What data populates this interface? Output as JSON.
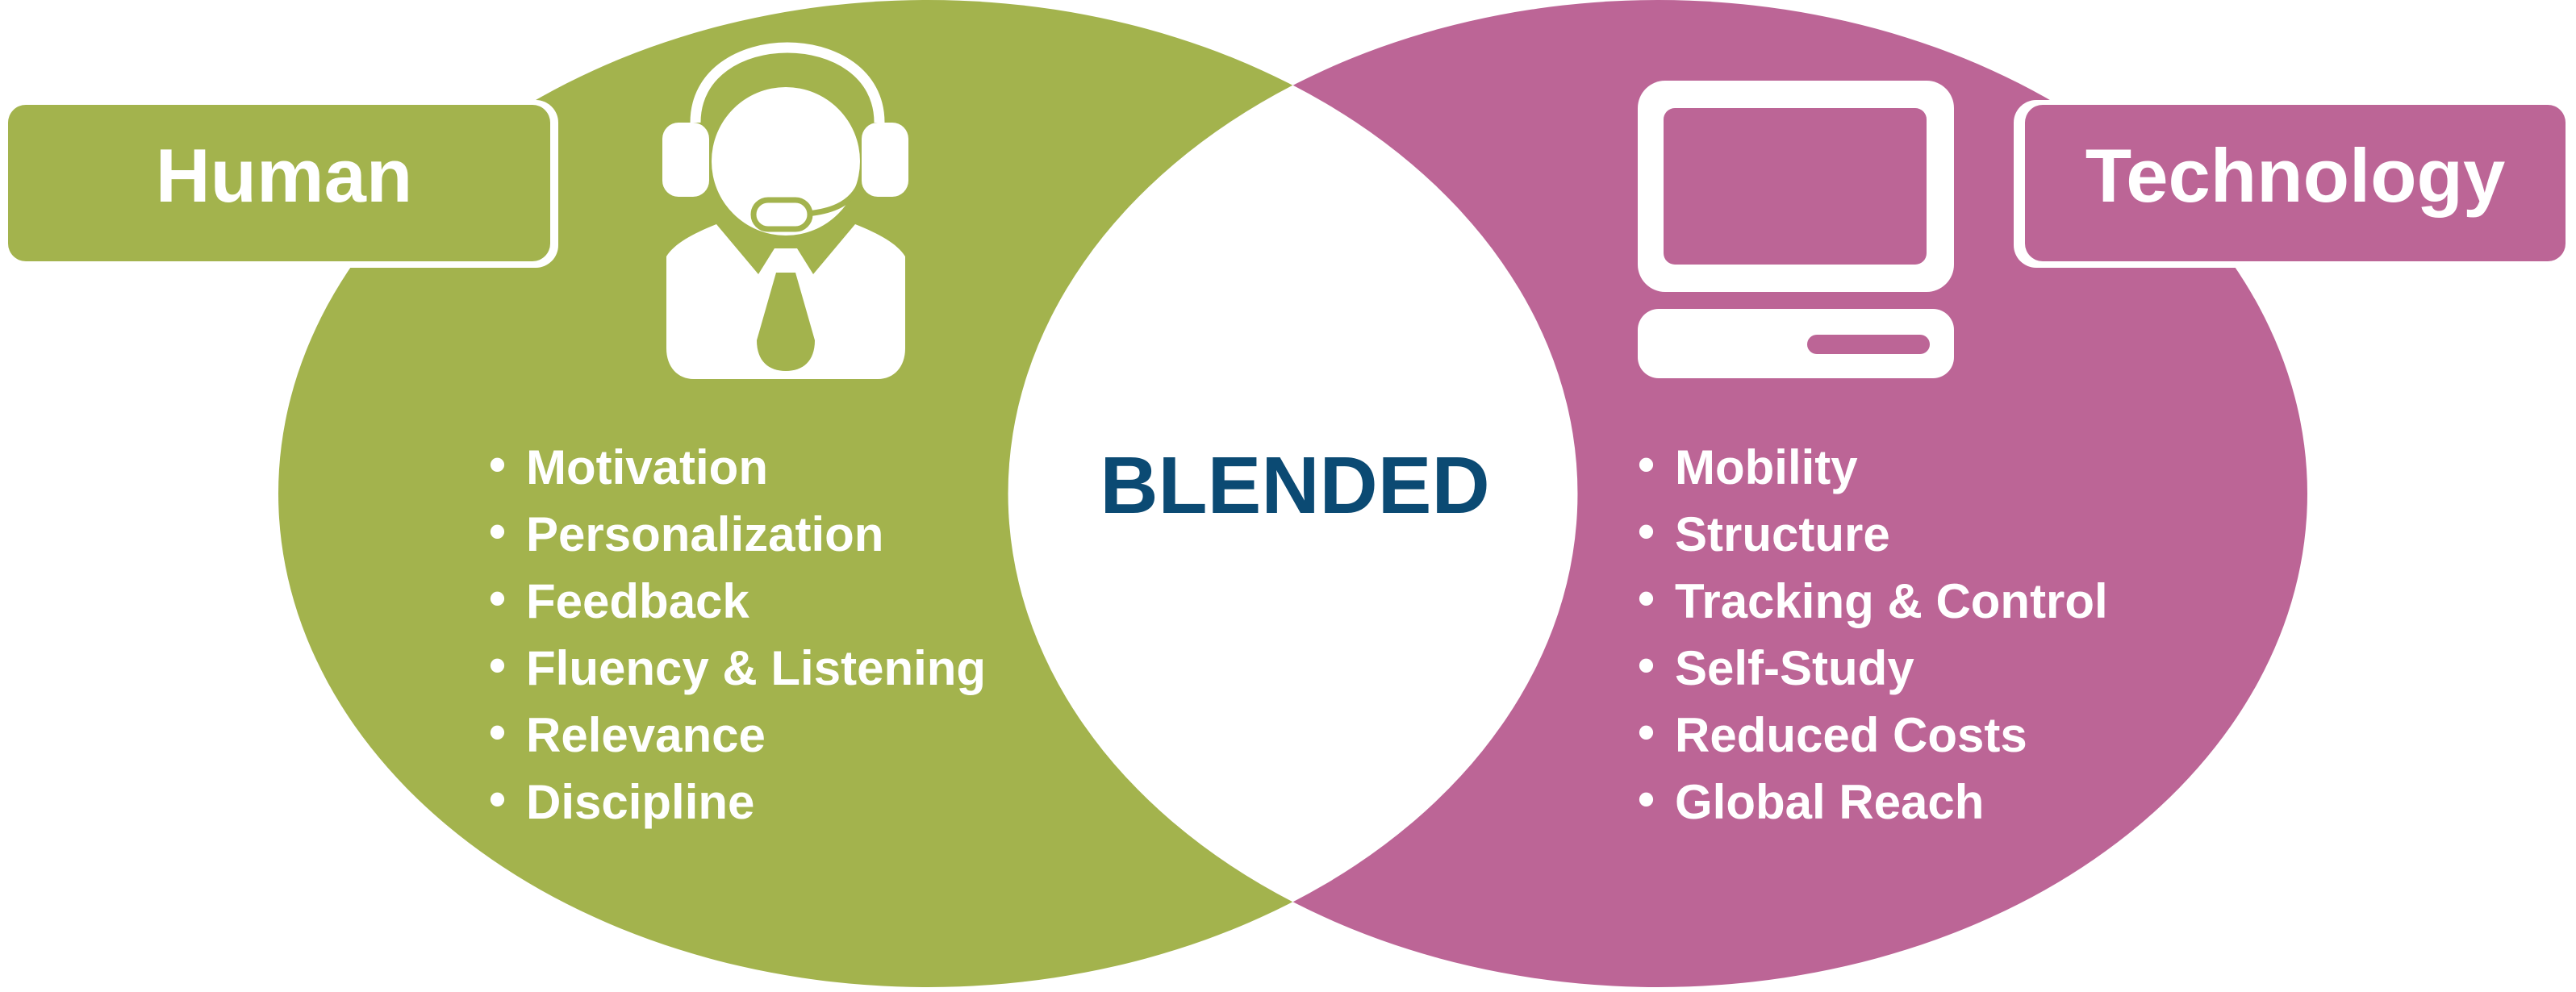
{
  "colors": {
    "human": "#A3B34D",
    "technology": "#BC6596",
    "center_text": "#0B4A73",
    "background": "#FFFFFF"
  },
  "human": {
    "label": "Human",
    "icon": "headset-agent-icon",
    "items": [
      "Motivation",
      "Personalization",
      "Feedback",
      "Fluency & Listening",
      "Relevance",
      "Discipline"
    ]
  },
  "technology": {
    "label": "Technology",
    "icon": "computer-icon",
    "items": [
      "Mobility",
      "Structure",
      "Tracking & Control",
      "Self-Study",
      "Reduced Costs",
      "Global Reach"
    ]
  },
  "center": {
    "label": "BLENDED"
  },
  "bullet": "•"
}
